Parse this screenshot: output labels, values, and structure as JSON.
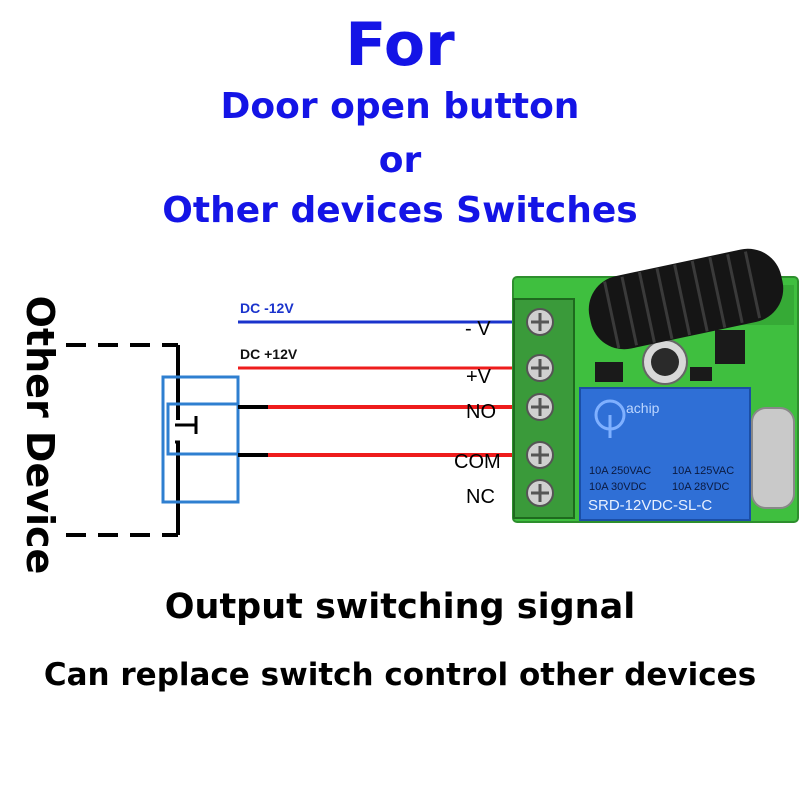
{
  "header": {
    "line1": "For",
    "line2": "Door open button",
    "line3": "or",
    "line4": "Other devices Switches"
  },
  "device_label": "Other Device",
  "wires": {
    "neg_label": "DC -12V",
    "pos_label": "DC +12V"
  },
  "terminals": [
    "- V",
    "+V",
    "NO",
    "COM",
    "NC"
  ],
  "relay": {
    "brand": "achip",
    "rating_row1_left": "10A 250VAC",
    "rating_row1_right": "10A 125VAC",
    "rating_row2_left": "10A 30VDC",
    "rating_row2_right": "10A 28VDC",
    "model": "SRD-12VDC-SL-C"
  },
  "footer": {
    "title": "Output switching signal",
    "subtitle": "Can replace switch control other devices"
  },
  "colors": {
    "heading": "#1414e6",
    "wire_negative": "#1a33cc",
    "wire_positive": "#ee1c1c",
    "pcb": "#3fbf3f",
    "relay_body": "#2f6fd6",
    "switch_box": "#2f7fd0"
  }
}
